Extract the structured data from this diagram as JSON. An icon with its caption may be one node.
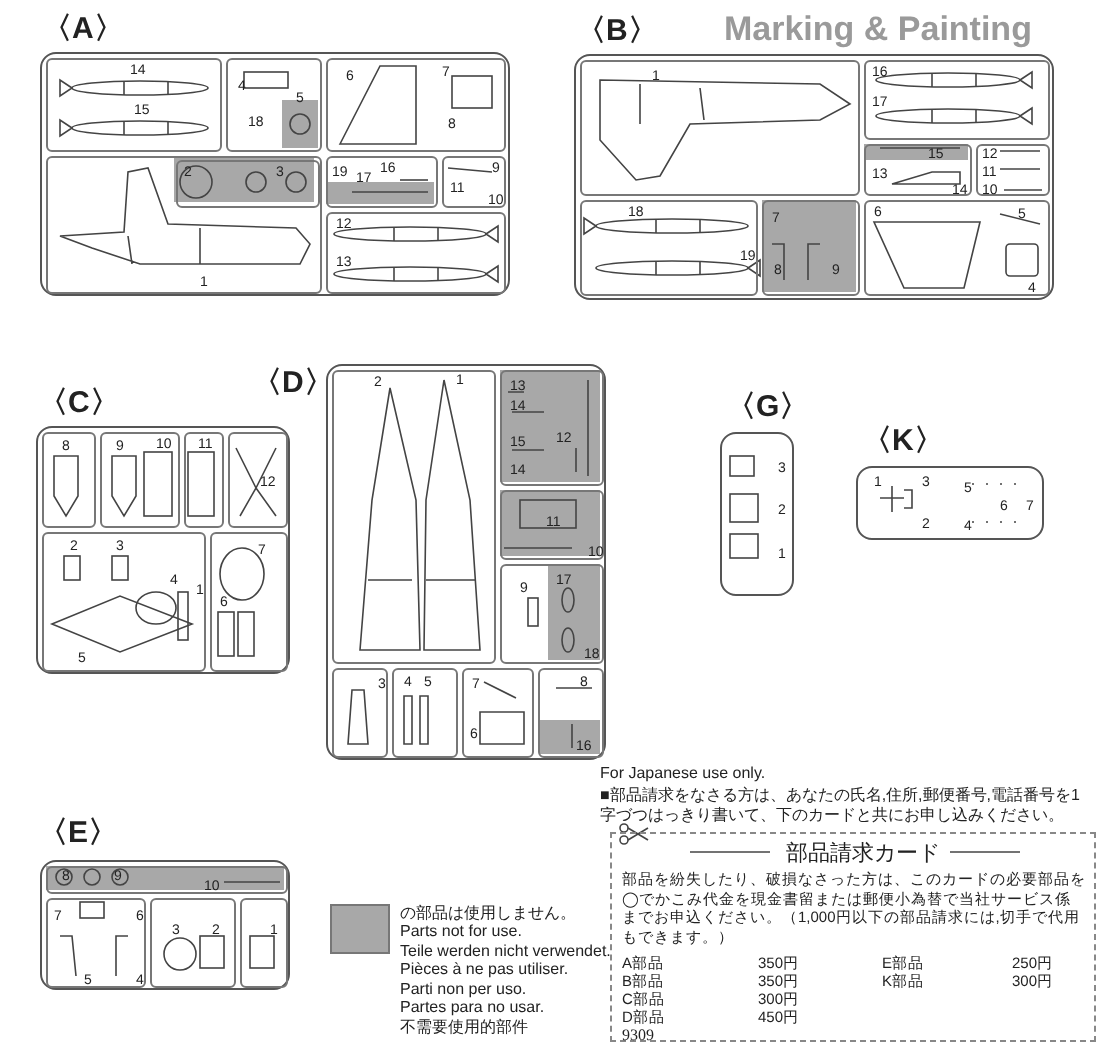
{
  "diagram": {
    "nodes": [
      {
        "text": [
          "〈A〉"
        ]
      },
      {
        "text": [
          "14",
          "15"
        ],
        "in": 0
      },
      {
        "text": [
          "4",
          "18",
          "5"
        ],
        "in": 0
      },
      {
        "text": [
          "6",
          "7",
          "8"
        ],
        "in": 0
      },
      {
        "text": [
          "1"
        ],
        "in": 0
      },
      {
        "text": [
          "2",
          "3"
        ],
        "in": 4
      },
      {
        "text": [
          "19",
          "16",
          "17"
        ],
        "in": 0
      },
      {
        "text": [
          "9",
          "11",
          "10"
        ],
        "in": 0
      },
      {
        "text": [
          "12",
          "13"
        ],
        "in": 0
      },
      {
        "text": [
          "〈B〉"
        ]
      },
      {
        "text": [
          "1"
        ],
        "in": 9
      },
      {
        "text": [
          "16",
          "17"
        ],
        "in": 9
      },
      {
        "text": [
          "15",
          "13",
          "14"
        ],
        "in": 9
      },
      {
        "text": [
          "12",
          "11",
          "10"
        ],
        "in": 9
      },
      {
        "text": [
          "18",
          "19"
        ],
        "in": 9
      },
      {
        "text": [
          "7",
          "8",
          "9"
        ],
        "in": 9
      },
      {
        "text": [
          "6",
          "5",
          "4"
        ],
        "in": 9
      },
      {
        "text": [
          "〈C〉"
        ]
      },
      {
        "text": [
          "8"
        ],
        "in": 17
      },
      {
        "text": [
          "9",
          "10"
        ],
        "in": 17
      },
      {
        "text": [
          "11"
        ],
        "in": 17
      },
      {
        "text": [
          "12"
        ],
        "in": 17
      },
      {
        "text": [
          "2",
          "3",
          "4",
          "5",
          "1"
        ],
        "in": 17
      },
      {
        "text": [
          "7",
          "6"
        ],
        "in": 17
      },
      {
        "text": [
          "〈D〉"
        ]
      },
      {
        "text": [
          "2",
          "1"
        ],
        "in": 24
      },
      {
        "text": [
          "13",
          "14",
          "15",
          "14",
          "12"
        ],
        "in": 24
      },
      {
        "text": [
          "11",
          "10"
        ],
        "in": 24
      },
      {
        "text": [
          "9",
          "17",
          "18"
        ],
        "in": 24
      },
      {
        "text": [
          "3"
        ],
        "in": 24
      },
      {
        "text": [
          "4",
          "5"
        ],
        "in": 24
      },
      {
        "text": [
          "7",
          "6"
        ],
        "in": 24
      },
      {
        "text": [
          "8",
          "16"
        ],
        "in": 24
      },
      {
        "text": [
          "〈E〉"
        ]
      },
      {
        "text": [
          "8",
          "9",
          "10"
        ],
        "in": 33
      },
      {
        "text": [
          "7",
          "6",
          "5",
          "4"
        ],
        "in": 33
      },
      {
        "text": [
          "3",
          "2"
        ],
        "in": 33
      },
      {
        "text": [
          "1"
        ],
        "in": 33
      },
      {
        "text": [
          "〈G〉",
          "3",
          "2",
          "1"
        ]
      },
      {
        "text": [
          "〈K〉",
          "1",
          "3",
          "5",
          "6",
          "7",
          "2",
          "4"
        ]
      },
      {
        "text": [
          "部品請求カード",
          "部品を紛失したり、破損なさった方は、このカードの必要部品を◯でかこみ代金を現金書留または郵便小為替で当社サービス係までお申込ください。（1,000円以下の部品請求には,切手で代用もできます。）",
          "A部品",
          "350円",
          "B部品",
          "350円",
          "C部品",
          "300円",
          "D部品",
          "450円",
          "E部品",
          "250円",
          "K部品",
          "300円",
          "9309"
        ]
      }
    ],
    "labels": [
      "Marking & Painting",
      "Parts not for use.",
      "Teile werden nicht verwendet.",
      "Pièces à ne pas utiliser.",
      "Parti non per uso.",
      "Partes para no usar.",
      "不需要使用的部件",
      "For Japanese use only.",
      "■部品請求をなさる方は、あなたの氏名,住所,郵便番号,電話番号を1字づつはっきり書いて、下のカードと共にお申し込みください。"
    ],
    "legend": [
      {
        "text": "の部品は使用しません。",
        "color": "#a8a8a8"
      }
    ]
  }
}
